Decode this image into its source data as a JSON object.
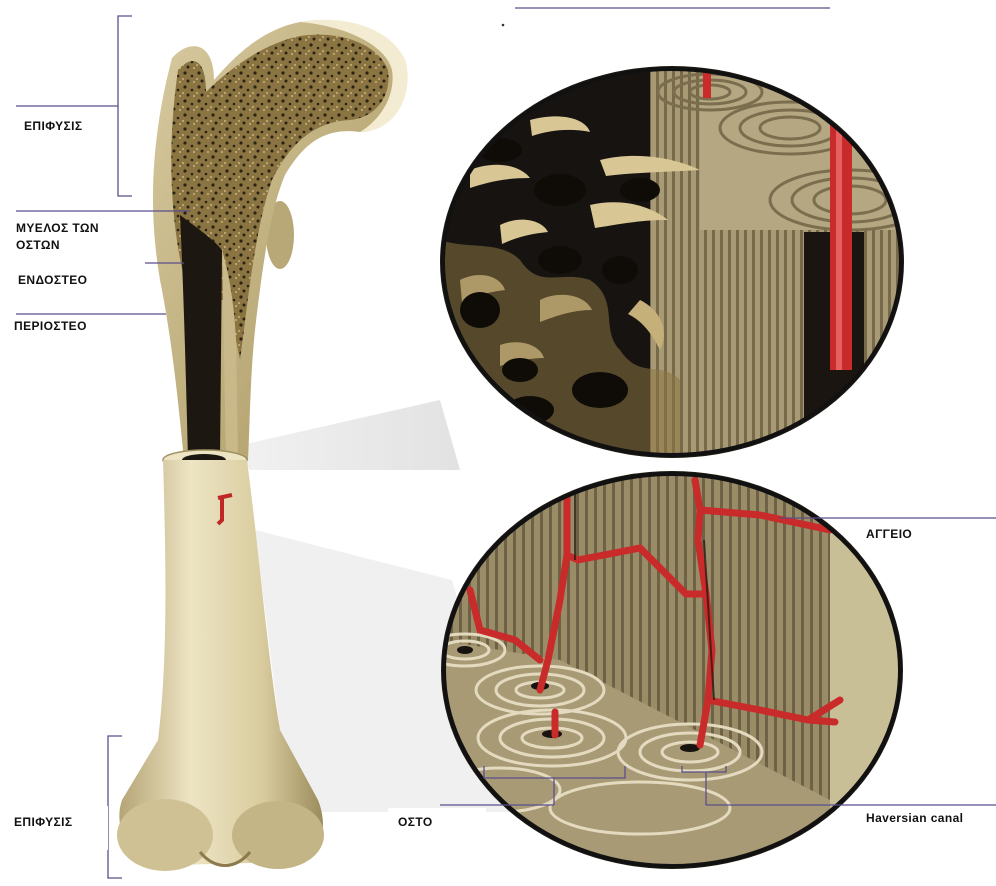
{
  "labels": {
    "epiphysis_top": "ΕΠΙΦΥΣΙΣ",
    "marrow_line1": "ΜΥΕΛΟΣ ΤΩΝ",
    "marrow_line2": "ΟΣΤΩΝ",
    "endosteum": "ΕΝΔΟΣΤΕΟ",
    "periosteum": "ΠΕΡΙΟΣΤΕΟ",
    "epiphysis_bottom": "ΕΠΙΦΥΣΙΣ",
    "vessel": "ΑΓΓΕΙΟ",
    "bone": "ΟΣΤΟ",
    "haversian_canal": "Haversian canal"
  },
  "colors": {
    "bone_light": "#e6dcb8",
    "bone_mid": "#c9b98a",
    "bone_dark": "#8c7a4e",
    "marrow_dark": "#1c1710",
    "spongy_fill": "#8a7442",
    "vessel_red": "#d22a2a",
    "leader_line": "#5a4e8c"
  },
  "icons": {
    "femur": "long-bone-illustration",
    "upper_inset": "spongy-bone-cross-section",
    "lower_inset": "compact-bone-osteon-section"
  }
}
